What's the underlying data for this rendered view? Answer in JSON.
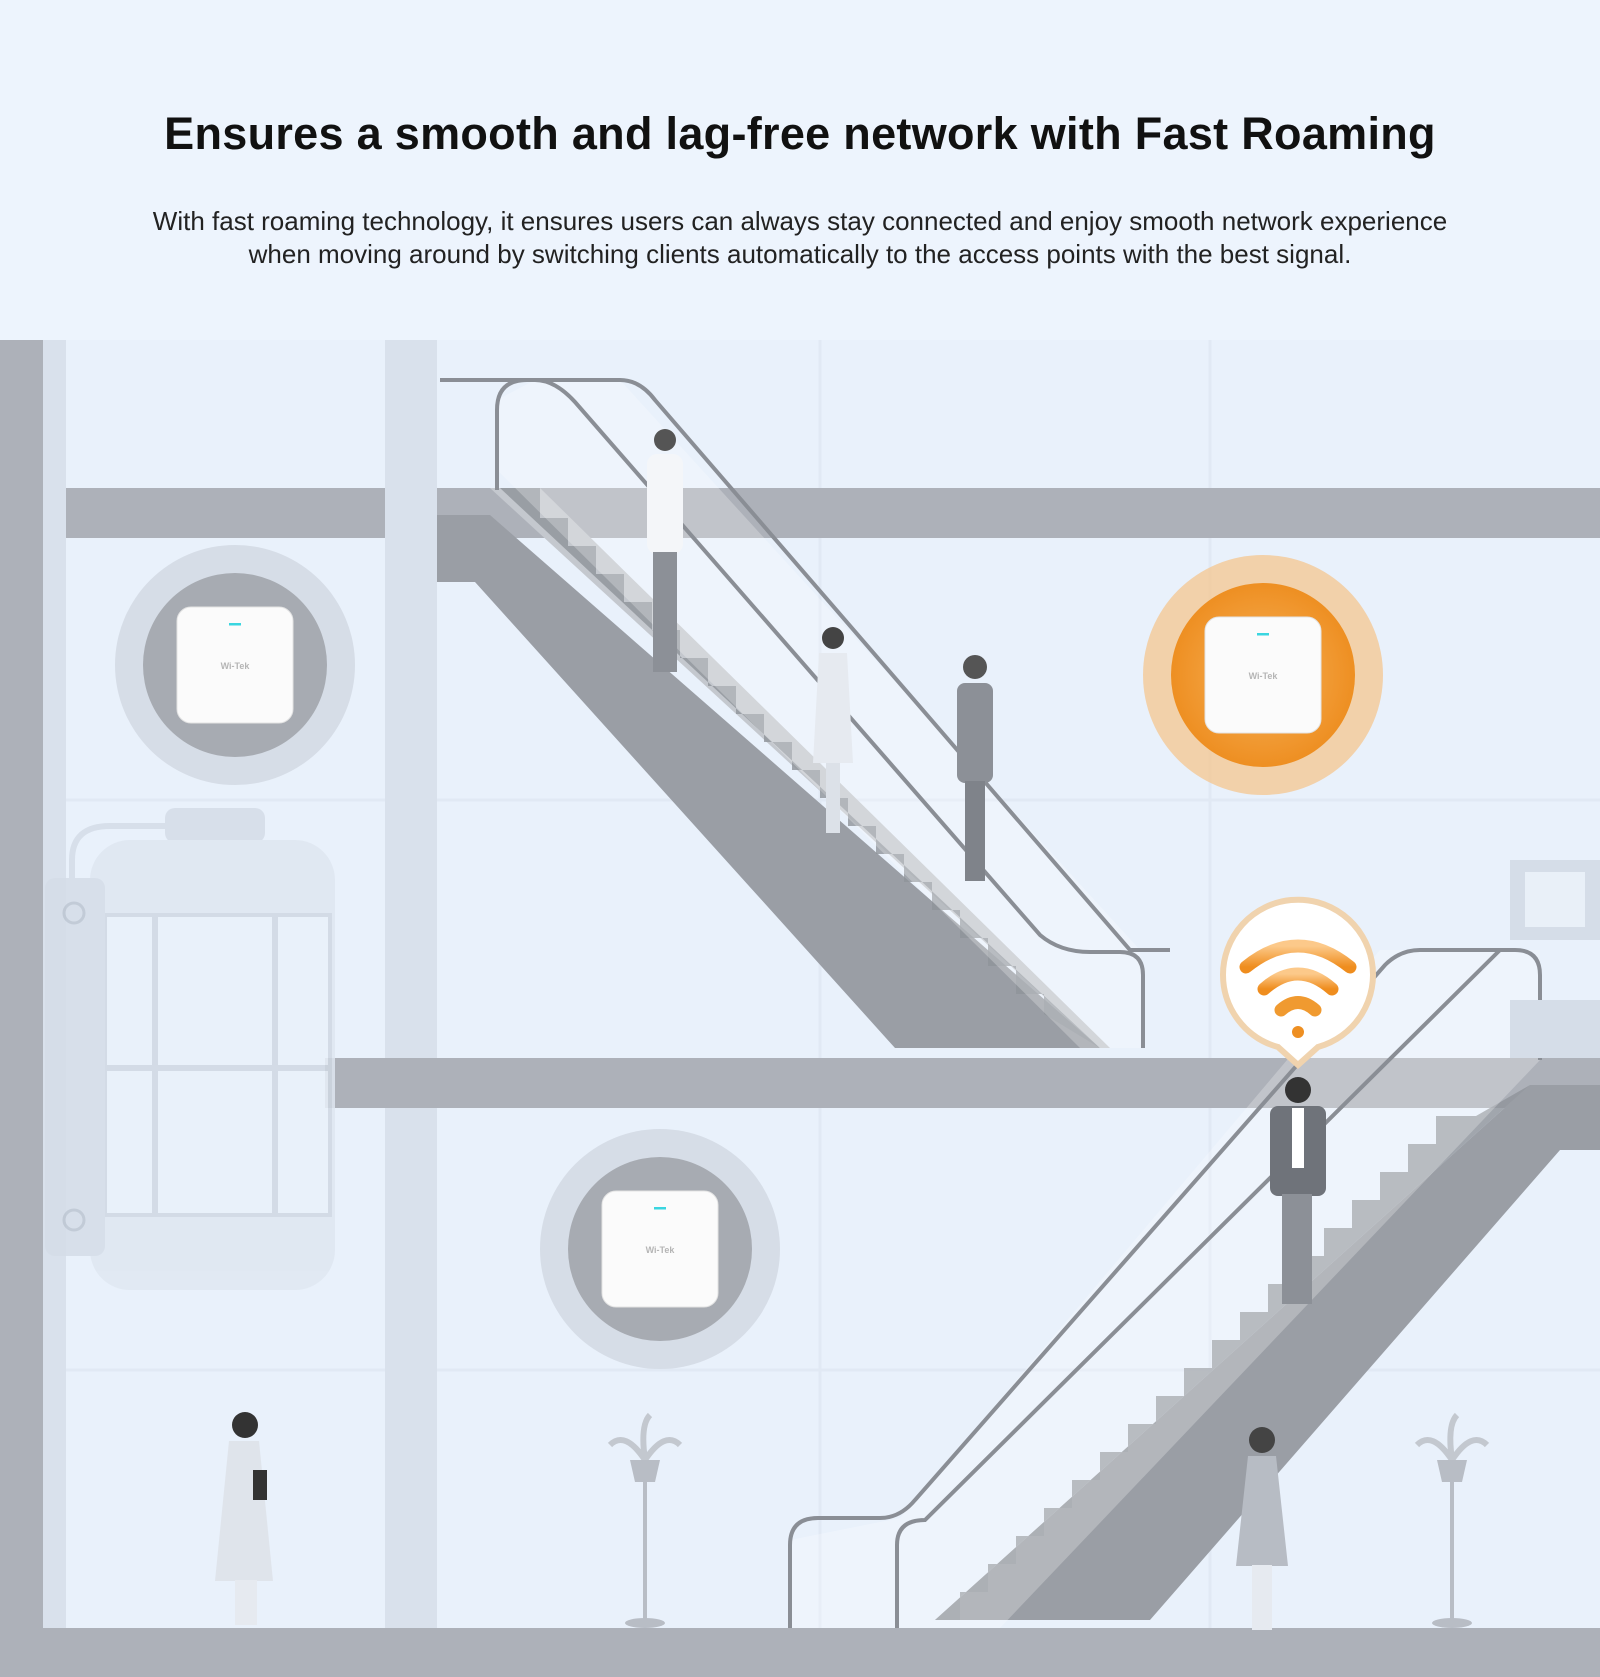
{
  "header": {
    "title": "Ensures a smooth and lag-free network with Fast Roaming",
    "subtitle_lines": [
      "With fast roaming technology, it ensures users can always stay connected and enjoy smooth network experience",
      "when moving around by switching clients automatically to the access points with the best signal."
    ]
  },
  "illustration": {
    "access_points": [
      {
        "state": "idle",
        "logo": "Wi-Tek"
      },
      {
        "state": "active",
        "logo": "Wi-Tek"
      },
      {
        "state": "idle",
        "logo": "Wi-Tek"
      }
    ],
    "signal_icon": "wifi-icon",
    "colors": {
      "background": "#edf4fd",
      "structure": "#adb1b9",
      "accent_orange": "#f0952a",
      "led": "#3ad6e0"
    }
  }
}
